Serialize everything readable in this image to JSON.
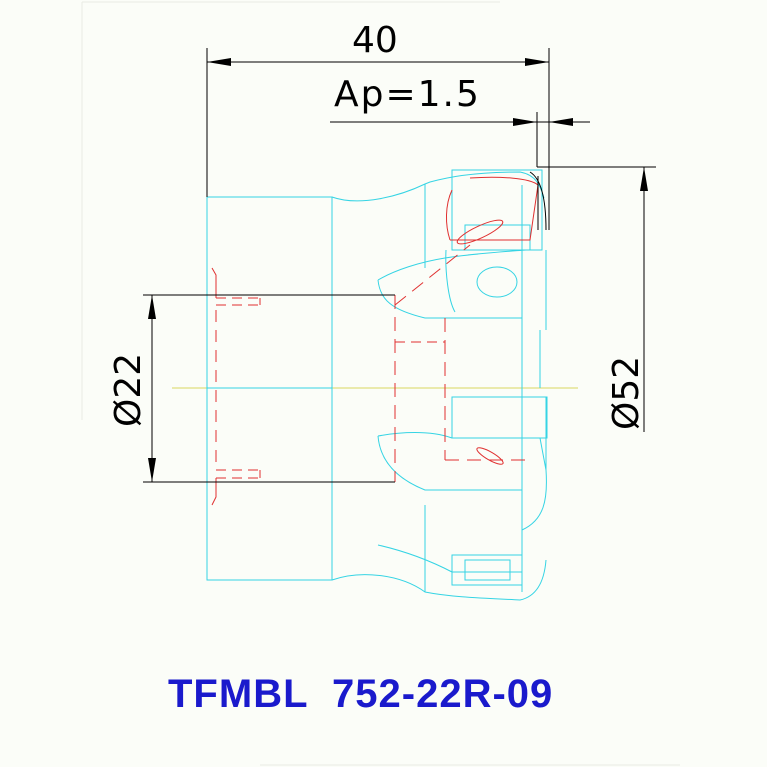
{
  "drawing": {
    "dimensions": {
      "length": "40",
      "ap": "Ap=1.5",
      "bore_diameter": "Ø22",
      "outer_diameter": "Ø52"
    },
    "part_number": "TFMBL  752-22R-09",
    "colors": {
      "outline": "#35d4e4",
      "hidden": "#e03030",
      "centerline": "#d8d860",
      "dimension": "#000000",
      "title": "#1a1acc"
    }
  }
}
